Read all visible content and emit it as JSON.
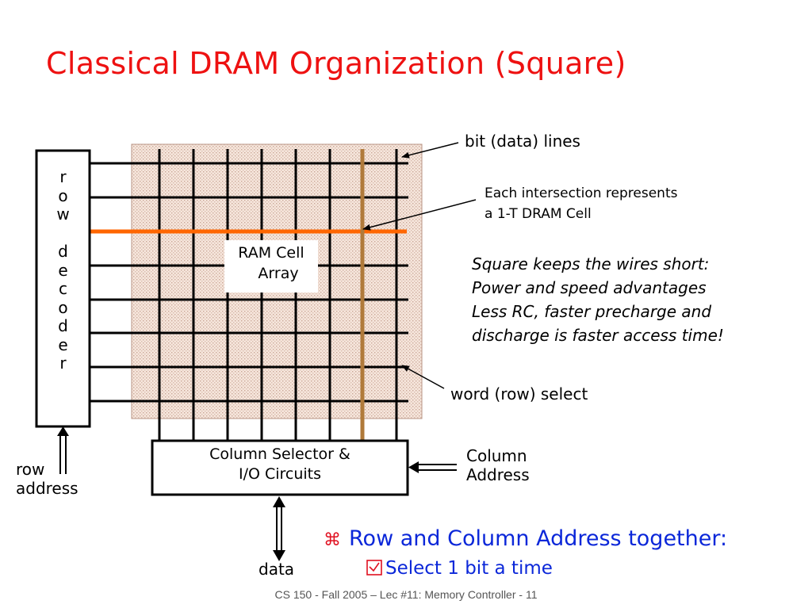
{
  "slide": {
    "title": "Classical DRAM Organization (Square)",
    "footer": "CS 150 - Fall  2005 – Lec #11: Memory Controller - 11"
  },
  "diagram": {
    "row_decoder_letters": [
      "r",
      "o",
      "w",
      "",
      "d",
      "e",
      "c",
      "o",
      "d",
      "e",
      "r"
    ],
    "array_label_1": "RAM Cell",
    "array_label_2": "Array",
    "column_selector_1": "Column Selector &",
    "column_selector_2": "I/O Circuits",
    "bit_lines_label": "bit (data) lines",
    "intersection_1": "Each intersection represents",
    "intersection_2": "a 1-T DRAM Cell",
    "word_select_label": "word (row) select",
    "row_address_1": "row",
    "row_address_2": "address",
    "column_address_1": "Column",
    "column_address_2": "Address",
    "data_label": "data"
  },
  "notes": [
    "Square keeps the wires short:",
    "Power and speed advantages",
    "Less RC, faster precharge and",
    "discharge is faster access time!"
  ],
  "bullets": {
    "main_glyph": "⌘",
    "main": "Row and Column Address together:",
    "sub_icon": "checkbox-icon",
    "sub": "Select 1 bit a time"
  },
  "colors": {
    "title": "#ee1111",
    "selected_row": "#ff6600",
    "selected_column": "#b07a3a",
    "bullet_text": "#0b27d9",
    "bullet_glyph": "#e01020",
    "array_fill": "#f4e1d6"
  }
}
